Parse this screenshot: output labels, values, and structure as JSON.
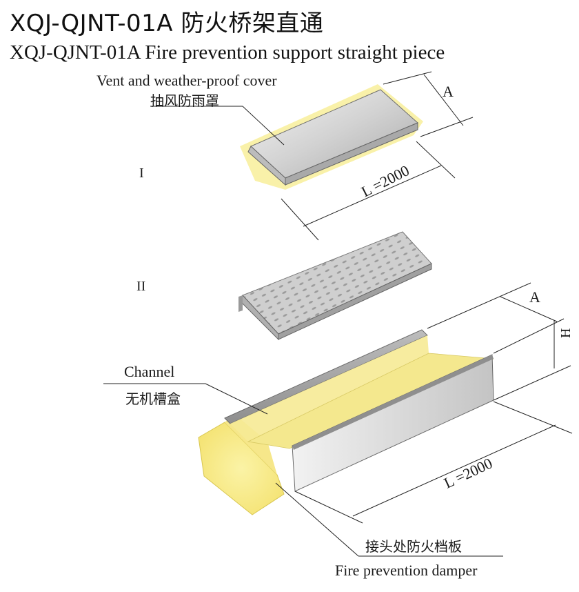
{
  "title_cn": "XQJ-QJNT-01A 防火桥架直通",
  "title_en": "XQJ-QJNT-01A Fire prevention support straight piece",
  "cover": {
    "label_en": "Vent and weather-proof cover",
    "label_cn": "抽风防雨罩",
    "part_no": "I",
    "dim_width": "A",
    "dim_length": "L =2000"
  },
  "tray": {
    "part_no": "II"
  },
  "channel": {
    "label_en": "Channel",
    "label_cn": "无机槽盒",
    "dim_width": "A",
    "dim_height": "H",
    "dim_length": "L =2000"
  },
  "damper": {
    "label_cn": "接头处防火档板",
    "label_en": "Fire prevention damper"
  },
  "colors": {
    "metal_light": "#e6e6e6",
    "metal_dark": "#9c9c9c",
    "fireproof_yellow": "#f7ec8c",
    "line": "#222222"
  }
}
